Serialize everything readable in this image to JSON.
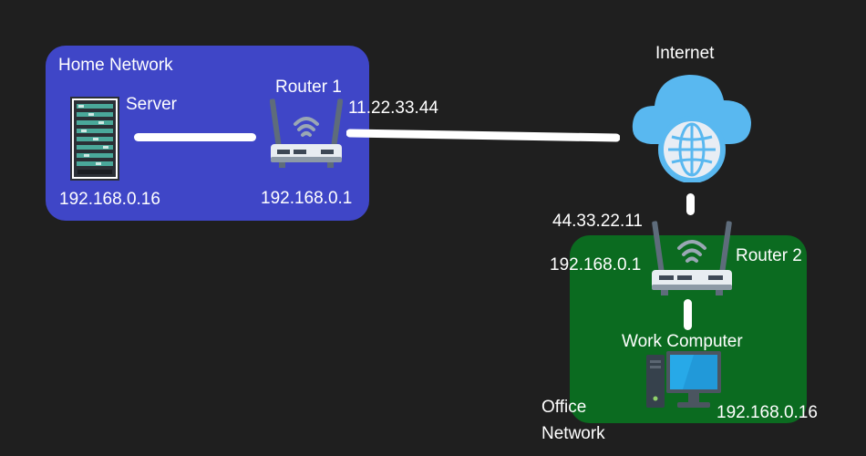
{
  "home_network": {
    "title": "Home Network",
    "server": {
      "label": "Server",
      "ip": "192.168.0.16",
      "icon": "server-rack-icon"
    },
    "router": {
      "label": "Router 1",
      "lan_ip": "192.168.0.1",
      "wan_ip": "11.22.33.44",
      "icon": "wifi-router-icon"
    }
  },
  "internet": {
    "label": "Internet",
    "icon": "cloud-globe-icon"
  },
  "office_network": {
    "title": "Office\nNetwork",
    "router": {
      "label": "Router 2",
      "lan_ip": "192.168.0.1",
      "wan_ip": "44.33.22.11",
      "icon": "wifi-router-icon"
    },
    "computer": {
      "label": "Work Computer",
      "ip": "192.168.0.16",
      "icon": "desktop-computer-icon"
    }
  },
  "colors": {
    "background": "#1f1f1f",
    "home_zone": "#3f46c7",
    "office_zone": "#0b6b20",
    "link": "#ffffff"
  }
}
